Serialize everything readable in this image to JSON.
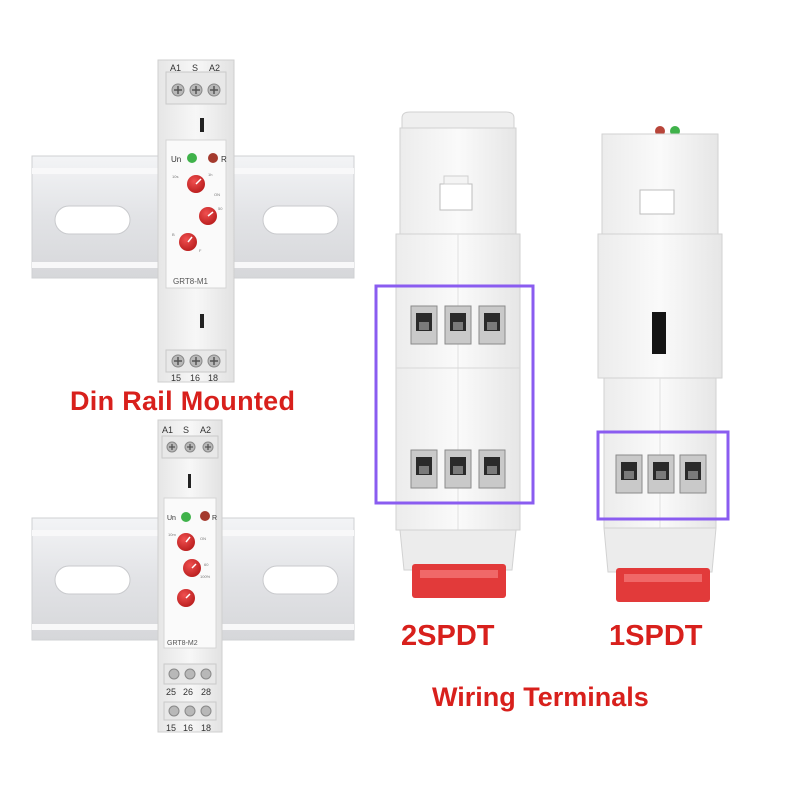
{
  "captions": {
    "din_rail": "Din Rail Mounted",
    "two_spdt": "2SPDT",
    "one_spdt": "1SPDT",
    "wiring": "Wiring Terminals"
  },
  "relay_m1": {
    "model": "GRT8-M1",
    "top_terminals": [
      "A1",
      "S",
      "A2"
    ],
    "bottom_terminals": [
      "15",
      "16",
      "18"
    ],
    "led_power": "Un",
    "led_relay": "R"
  },
  "relay_m2": {
    "model": "GRT8-M2",
    "top_terminals": [
      "A1",
      "S",
      "A2"
    ],
    "middle_terminals": [
      "25",
      "26",
      "28"
    ],
    "bottom_terminals": [
      "15",
      "16",
      "18"
    ],
    "led_power": "Un",
    "led_relay": "R"
  },
  "colors": {
    "caption_red": "#d8201c",
    "highlight_purple": "#8a5cf0",
    "knob_red": "#d9282a",
    "led_green": "#3fb24a",
    "led_red": "#a43a2e",
    "latch_red": "#e23a3a",
    "housing": "#f1f1f1",
    "rail": "#e4e5e8"
  }
}
